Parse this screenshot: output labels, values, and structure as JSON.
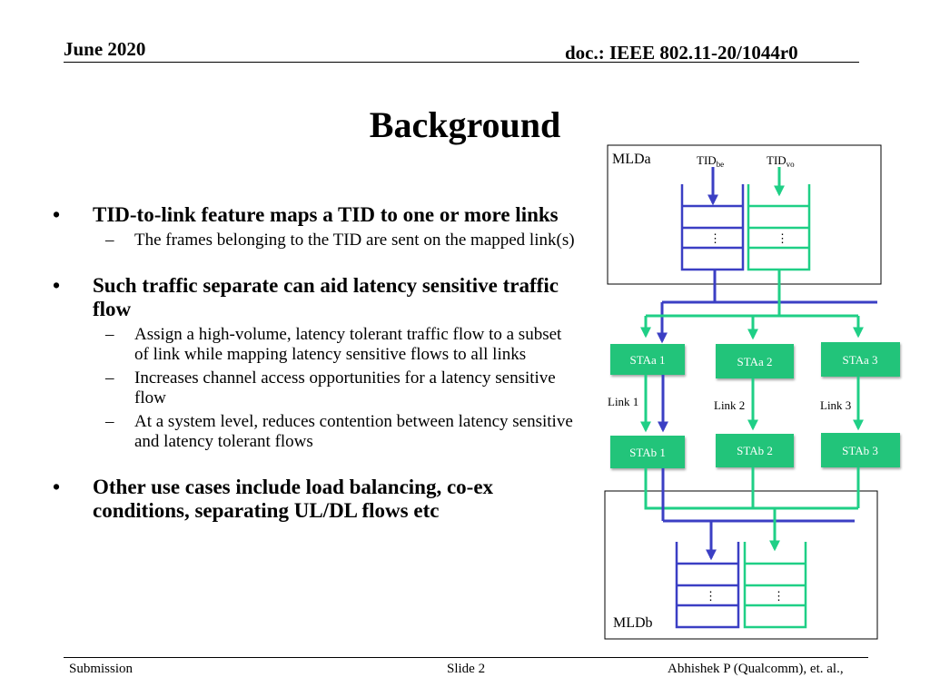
{
  "header": {
    "date": "June 2020",
    "doc_id": "doc.: IEEE 802.11-20/1044r0"
  },
  "title": "Background",
  "bullets": [
    {
      "text": "TID-to-link feature maps a TID to one or more links",
      "subs": [
        "The frames belonging to the TID are sent on the mapped link(s)"
      ]
    },
    {
      "text": "Such traffic separate can aid latency sensitive traffic flow",
      "subs": [
        "Assign a high-volume, latency tolerant traffic flow to a subset of link while mapping latency sensitive flows to all links",
        "Increases channel access opportunities for a latency sensitive flow",
        "At a system level, reduces contention between latency sensitive and latency tolerant flows"
      ]
    },
    {
      "text": "Other use cases include load balancing, co-ex conditions, separating UL/DL flows etc",
      "subs": []
    }
  ],
  "diagram": {
    "mld_a": "MLDa",
    "mld_b": "MLDb",
    "tid_be": {
      "base": "TID",
      "sub": "be"
    },
    "tid_vo": {
      "base": "TID",
      "sub": "vo"
    },
    "sta_a": [
      "STAa 1",
      "STAa 2",
      "STAa 3"
    ],
    "sta_b": [
      "STAb 1",
      "STAb 2",
      "STAb 3"
    ],
    "links": [
      "Link 1",
      "Link 2",
      "Link 3"
    ],
    "queue_ellipsis": "⋮",
    "colors": {
      "be": "#3b3fc4",
      "vo": "#1fcf86",
      "sta": "#22c47a"
    }
  },
  "footer": {
    "left": "Submission",
    "center": "Slide 2",
    "right": "Abhishek P (Qualcomm), et. al.,"
  }
}
